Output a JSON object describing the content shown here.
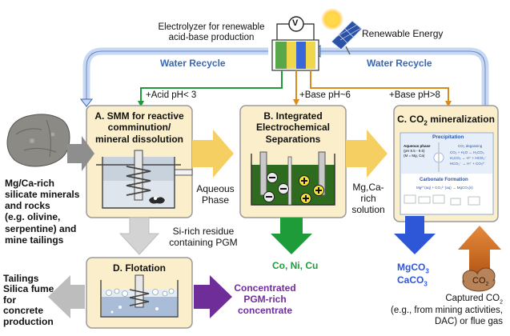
{
  "electrolyzer": {
    "label_line1": "Electrolyzer for renewable",
    "label_line2": "acid-base production",
    "meter_symbol": "V"
  },
  "renewable_energy": {
    "label": "Renewable Energy"
  },
  "water_recycle": {
    "left": "Water Recycle",
    "right": "Water Recycle"
  },
  "streams": {
    "acid": "+Acid pH< 3",
    "base_b": "+Base pH~6",
    "base_c": "+Base pH>8"
  },
  "input": {
    "lines": [
      "Mg/Ca-rich",
      "silicate minerals",
      "and rocks",
      "(e.g. olivine,",
      "serpentine) and",
      "mine tailings"
    ]
  },
  "box_a": {
    "title_line1": "A. SMM for reactive",
    "title_line2": "comminution/",
    "title_line3": "mineral dissolution"
  },
  "box_b": {
    "title_line1": "B. Integrated",
    "title_line2": "Electrochemical",
    "title_line3": "Separations"
  },
  "box_c": {
    "title_prefix": "C. CO",
    "title_sub": "2",
    "title_suffix": " mineralization",
    "inset_precipitation": "Precipitation",
    "inset_carbonate": "Carbonate Formation",
    "inset_aqueous": "Aqueous phase",
    "inset_ph": "(pH 8.5 - 9.5)",
    "inset_ions": "(M = Mg, Ca)",
    "inset_degassing": "CO₂ degassing",
    "inset_eq1": "CO₂ + H₂O ↔ H₂CO₃",
    "inset_eq2": "H₂CO₃ ↔ H⁺ + HCO₃⁻",
    "inset_eq3": "HCO₃⁻ ↔ H⁺ + CO₃²⁻",
    "inset_eq4": "Mg²⁺(aq) + CO₃²⁻(aq) → MgCO₃(s)"
  },
  "box_d": {
    "title": "D. Flotation"
  },
  "aqueous_phase": {
    "line1": "Aqueous",
    "line2": "Phase"
  },
  "mg_ca_solution": {
    "line1": "Mg,Ca-",
    "line2": "rich",
    "line3": "solution"
  },
  "si_residue": {
    "line1": "Si-rich residue",
    "line2": "containing PGM"
  },
  "products": {
    "metals": "Co, Ni, Cu",
    "mgco3_prefix": "MgCO",
    "mgco3_sub": "3",
    "caco3_prefix": "CaCO",
    "caco3_sub": "3"
  },
  "co2_cloud": {
    "prefix": "CO",
    "sub": "2"
  },
  "captured": {
    "line1_prefix": "Captured CO",
    "line1_sub": "2",
    "line2": "(e.g., from mining activities,",
    "line3": "DAC) or flue gas"
  },
  "tailings": {
    "lines": [
      "Tailings",
      "Silica fume",
      "for",
      "concrete",
      "production"
    ]
  },
  "pgm": {
    "line1": "Concentrated",
    "line2": "PGM-rich",
    "line3": "concentrate"
  },
  "colors": {
    "box_fill": "#fbefcb",
    "box_stroke": "#9a9a9a",
    "recycle_blue": "#3a67b4",
    "acid_green": "#1e9a3a",
    "base_orange": "#d98b1c",
    "metals_green": "#1f9c3a",
    "carbonate_blue": "#2e57d8",
    "co2_orange": "#d9762a",
    "pgm_purple": "#6f2d9a",
    "arrow_yellow": "#f6cf63",
    "arrow_grey": "#a6a6a6"
  }
}
